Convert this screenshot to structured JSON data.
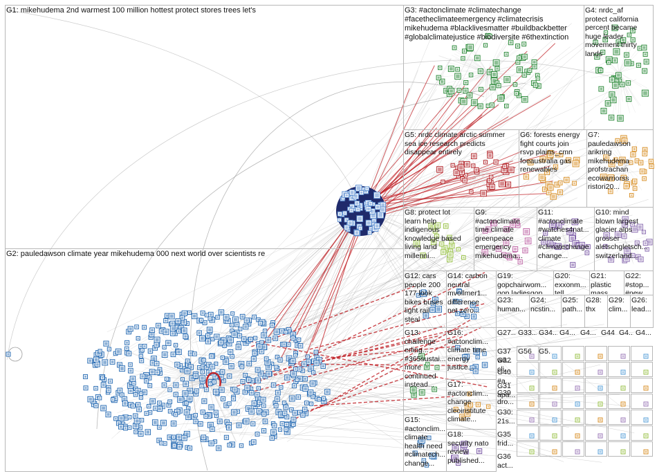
{
  "colors": {
    "edge": "#9a9a9a",
    "edge_red": "#c2262b",
    "frame": "#b8b8b8",
    "node_blue": "#2d6fb5",
    "node_green": "#2e8b3c",
    "node_red": "#b3282d",
    "node_orange": "#d9922b",
    "node_purple": "#7b5aa6",
    "node_navy": "#1f2a6b"
  },
  "groups": [
    {
      "id": "G1",
      "label": "G1: mikehudema 2nd warmest 100 million hottest protect stores trees let's"
    },
    {
      "id": "G2",
      "label": "G2: pauledawson climate year mikehudema 000 next world over scientists re"
    },
    {
      "id": "G3",
      "label": "G3: #actonclimate #climatechange\n#facetheclimateemergency #climatecrisis\nmikehudema #blacklivesmatter #buildbackbetter\n#globalclimatejustice #biodiversite #6thextinction"
    },
    {
      "id": "G4",
      "label": "G4: nrdc_af\nprotect california\npercent became\nhuge leader\nmovement thirty\nlands"
    },
    {
      "id": "G5",
      "label": "G5: nrdc climate arctic summer\nsea ice research predicts\ndisappear entirely"
    },
    {
      "id": "G6",
      "label": "G6: forests energy\nfight courts join\nrsvp plains_cmn\nfoeaustralia gas\nrenewables"
    },
    {
      "id": "G7",
      "label": "G7:\npauledawson\narikring\nmikehudema\nprofstrachan\necowarriorss\nristori20..."
    },
    {
      "id": "G8",
      "label": "G8: protect lot\nlearn help\nindigenous\nknowledge based\nliving land\nmillenni..."
    },
    {
      "id": "G9",
      "label": "G9:\n#actonclimate\ntime climate\ngreenpeace\nemergency\nmikehudema..."
    },
    {
      "id": "G11",
      "label": "G11:\n#actonclimate\n#watches4nat...\nclimate\n#climatechange\nchange..."
    },
    {
      "id": "G10",
      "label": "G10: mind\nblown largest\nglacier alps\ngrosser\naletschgletsch...\nswitzerland..."
    },
    {
      "id": "G12",
      "label": "G12: cars\npeople 200\n177 look\nbikes buses\nlight rail\nsteal"
    },
    {
      "id": "G14",
      "label": "G14: carbon\nneutral\nmvollmer1...\ndifference\nnet zero..."
    },
    {
      "id": "G19",
      "label": "G19:\ngopchairwom...\ngop ladiesgop..."
    },
    {
      "id": "G20",
      "label": "G20:\nexxonm...\ntell..."
    },
    {
      "id": "G21",
      "label": "G21:\nplastic\nmass..."
    },
    {
      "id": "G22",
      "label": "G22:\n#stop...\n#new..."
    },
    {
      "id": "G23",
      "label": "G23:\nhuman..."
    },
    {
      "id": "G24",
      "label": "G24:\nncstin..."
    },
    {
      "id": "G25",
      "label": "G25:\npath..."
    },
    {
      "id": "G28",
      "label": "G28:\nthx"
    },
    {
      "id": "G29",
      "label": "G29:\nclim..."
    },
    {
      "id": "G26",
      "label": "G26:\nlead..."
    },
    {
      "id": "G13",
      "label": "G13:\nchallenge\nerling...\n#365sustai...\nmore\ncontinued\ninstead..."
    },
    {
      "id": "G16",
      "label": "G16:\n#actonclim...\nclimate time\nenergy\njustice..."
    },
    {
      "id": "G27",
      "label": "G27..."
    },
    {
      "id": "G33",
      "label": "G33..."
    },
    {
      "id": "G34",
      "label": "G34..."
    },
    {
      "id": "G4x",
      "label": "G4..."
    },
    {
      "id": "G4y",
      "label": "G4..."
    },
    {
      "id": "G44",
      "label": "G44"
    },
    {
      "id": "G4z",
      "label": "G4..."
    },
    {
      "id": "G4w",
      "label": "G4..."
    },
    {
      "id": "G37",
      "label": "G37\nwil..."
    },
    {
      "id": "G56",
      "label": "G56"
    },
    {
      "id": "G5a",
      "label": "G5..."
    },
    {
      "id": "G32",
      "label": "G32\ncli..."
    },
    {
      "id": "G40",
      "label": "G40\n#a..."
    },
    {
      "id": "G17",
      "label": "G17:\n#actonclim...\nchange\ncleoinstitute\nclimate..."
    },
    {
      "id": "G31",
      "label": "G31\napa..."
    },
    {
      "id": "G39",
      "label": "G39\ndro..."
    },
    {
      "id": "G30",
      "label": "G30:\n21s..."
    },
    {
      "id": "G15",
      "label": "G15:\n#actonclim...\nclimate\nhealth need\n#climatech...\nchange..."
    },
    {
      "id": "G18",
      "label": "G18:\nsecurity nato\nreview\npublished..."
    },
    {
      "id": "G35",
      "label": "G35\nfrid..."
    },
    {
      "id": "G36",
      "label": "G36\nact..."
    }
  ]
}
